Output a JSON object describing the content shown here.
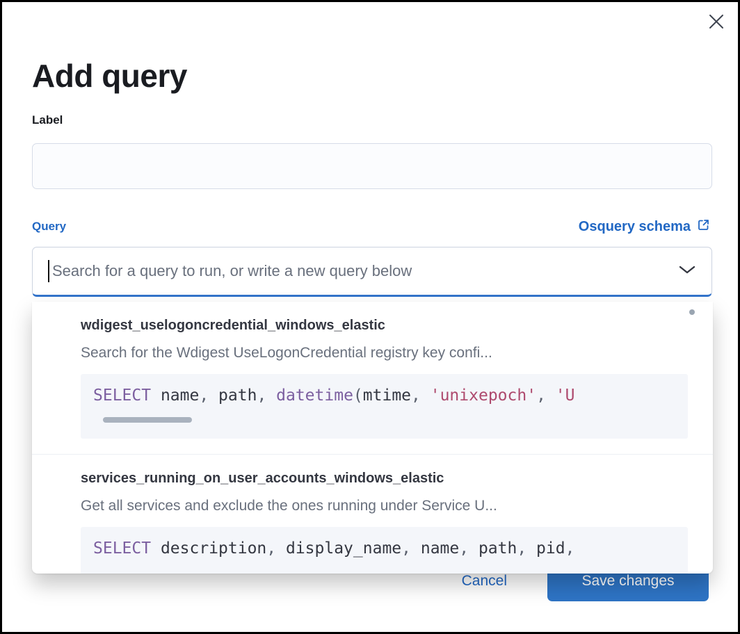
{
  "modal": {
    "title": "Add query",
    "close_icon": "close-x",
    "label_field": {
      "label": "Label",
      "value": "",
      "placeholder": ""
    },
    "query_field": {
      "label": "Query",
      "schema_link": {
        "text": "Osquery schema",
        "icon": "external-link"
      },
      "combobox": {
        "value": "",
        "placeholder": "Search for a query to run, or write a new query below",
        "chevron_icon": "chevron-down"
      }
    },
    "dropdown": {
      "vertical_scrollbar_visible": true,
      "options": [
        {
          "title": "wdigest_uselogoncredential_windows_elastic",
          "description": "Search for the Wdigest UseLogonCredential registry key confi...",
          "code_tokens": [
            {
              "type": "keyword",
              "text": "SELECT"
            },
            {
              "type": "plain",
              "text": " name"
            },
            {
              "type": "punct",
              "text": ", "
            },
            {
              "type": "plain",
              "text": "path"
            },
            {
              "type": "punct",
              "text": ", "
            },
            {
              "type": "keyword",
              "text": "datetime"
            },
            {
              "type": "punct",
              "text": "("
            },
            {
              "type": "plain",
              "text": "mtime"
            },
            {
              "type": "punct",
              "text": ", "
            },
            {
              "type": "string",
              "text": "'unixepoch'"
            },
            {
              "type": "punct",
              "text": ", "
            },
            {
              "type": "string",
              "text": "'U"
            }
          ],
          "has_hscrollbar": true
        },
        {
          "title": "services_running_on_user_accounts_windows_elastic",
          "description": "Get all services and exclude the ones running under Service U...",
          "code_tokens": [
            {
              "type": "keyword",
              "text": "SELECT"
            },
            {
              "type": "plain",
              "text": " description"
            },
            {
              "type": "punct",
              "text": ", "
            },
            {
              "type": "plain",
              "text": "display_name"
            },
            {
              "type": "punct",
              "text": ", "
            },
            {
              "type": "plain",
              "text": "name"
            },
            {
              "type": "punct",
              "text": ", "
            },
            {
              "type": "plain",
              "text": "path"
            },
            {
              "type": "punct",
              "text": ", "
            },
            {
              "type": "plain",
              "text": "pid"
            },
            {
              "type": "punct",
              "text": ","
            }
          ],
          "has_hscrollbar": false
        }
      ]
    },
    "footer": {
      "cancel_label": "Cancel",
      "save_label": "Save changes"
    }
  },
  "colors": {
    "link_blue": "#2268c4",
    "focus_blue": "#3374cb",
    "button_blue": "#2e74c5",
    "heading_text": "#1a1c21",
    "body_text": "#343741",
    "muted_text": "#69707d",
    "input_border": "#d6dce8",
    "code_background": "#f4f6fa",
    "code_keyword": "#7c5fa0",
    "code_string": "#ae4a6e",
    "code_punctuation": "#5b616e",
    "scrollbar_thumb": "#a9b2be",
    "divider": "#eceff4"
  }
}
